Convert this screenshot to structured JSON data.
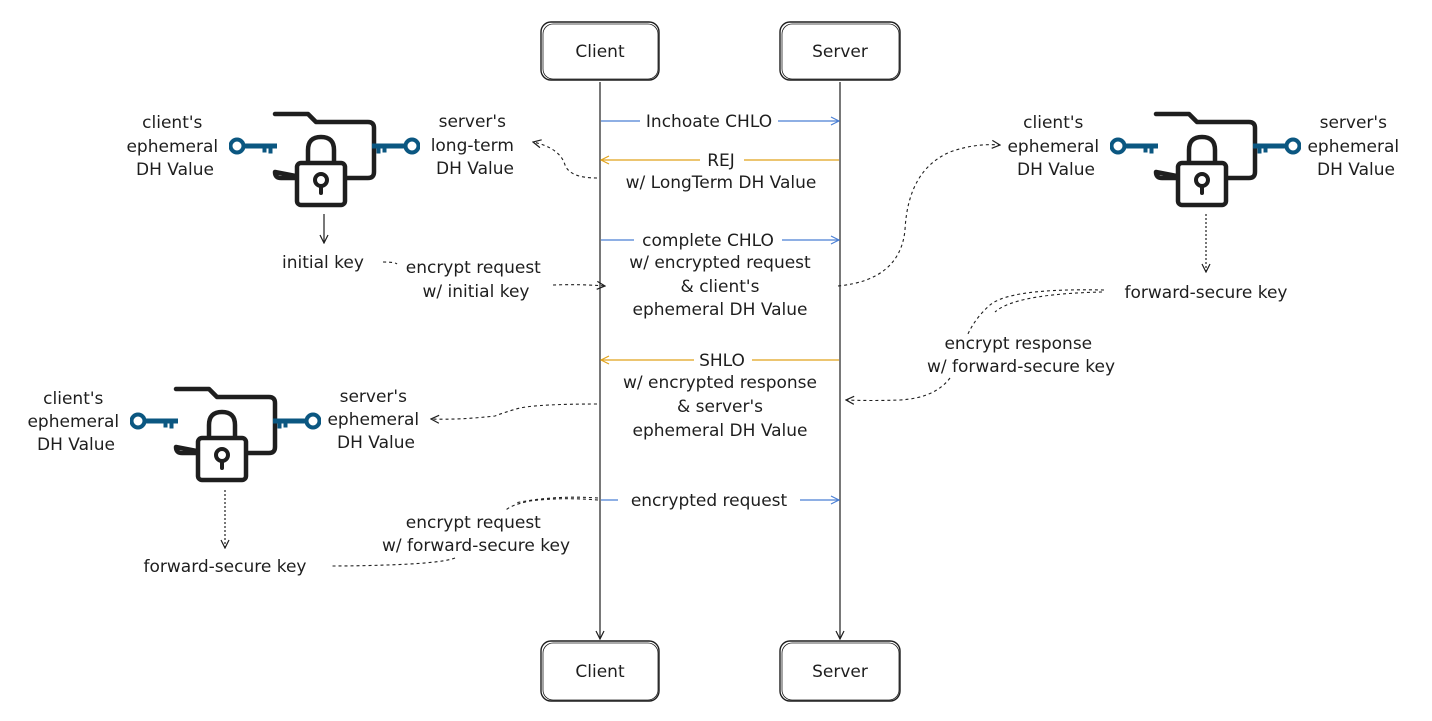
{
  "participants": {
    "client_top": "Client",
    "server_top": "Server",
    "client_bottom": "Client",
    "server_bottom": "Server"
  },
  "messages": {
    "m1": [
      "Inchoate CHLO"
    ],
    "m2": [
      "REJ",
      "w/ LongTerm DH Value"
    ],
    "m3": [
      "complete CHLO",
      "w/ encrypted request",
      "& client's",
      "ephemeral DH Value"
    ],
    "m4": [
      "SHLO",
      "w/ encrypted response",
      "& server's",
      "ephemeral DH Value"
    ],
    "m5": [
      "encrypted request"
    ]
  },
  "groups": {
    "left_top": {
      "client_value": [
        "client's",
        "ephemeral",
        "DH Value"
      ],
      "server_value": [
        "server's",
        "long-term",
        "DH Value"
      ],
      "result_key": "initial key"
    },
    "right": {
      "client_value": [
        "client's",
        "ephemeral",
        "DH Value"
      ],
      "server_value": [
        "server's",
        "ephemeral",
        "DH Value"
      ],
      "result_key": "forward-secure key"
    },
    "left_bottom": {
      "client_value": [
        "client's",
        "ephemeral",
        "DH Value"
      ],
      "server_value": [
        "server's",
        "ephemeral",
        "DH Value"
      ],
      "result_key": "forward-secure key"
    }
  },
  "annotations": {
    "encrypt_initial": [
      "encrypt request",
      "w/ initial key"
    ],
    "encrypt_response_fs": [
      "encrypt response",
      "w/ forward-secure key"
    ],
    "encrypt_request_fs": [
      "encrypt request",
      "w/ forward-secure key"
    ]
  },
  "colors": {
    "ink": "#1e1e1e",
    "client_to_server": "#4a7fd4",
    "server_to_client": "#e0a21b",
    "key": "#0b5781"
  },
  "icons": [
    "folder-lock-icon",
    "key-icon"
  ]
}
